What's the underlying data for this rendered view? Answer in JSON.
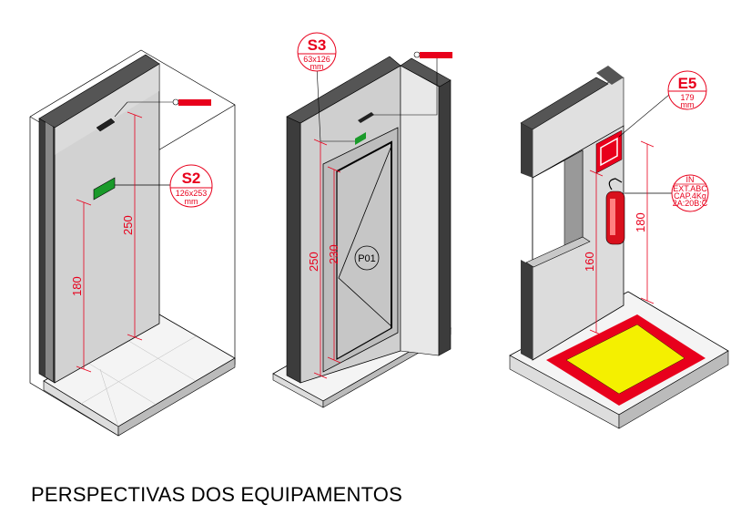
{
  "title": "PERSPECTIVAS DOS EQUIPAMENTOS",
  "views": [
    {
      "tag": {
        "code": "S2",
        "size": "126x253",
        "unit": "mm"
      },
      "dimensions": [
        "250",
        "180"
      ]
    },
    {
      "tag": {
        "code": "S3",
        "size": "63x126",
        "unit": "mm"
      },
      "dimensions": [
        "250",
        "230"
      ],
      "door_label": "P01"
    },
    {
      "tag": {
        "code": "E5",
        "size": "179",
        "unit": "mm"
      },
      "extinguisher_tag": {
        "line1": "IN",
        "line2": "EXT.ABC",
        "line3": "CAP.4Kg",
        "line4": "2A:20B:C"
      },
      "dimensions": [
        "180",
        "160"
      ]
    }
  ],
  "colors": {
    "annotation": "#e8001c",
    "sign_green": "#1a9a2a",
    "floor_yellow": "#f4f000"
  }
}
